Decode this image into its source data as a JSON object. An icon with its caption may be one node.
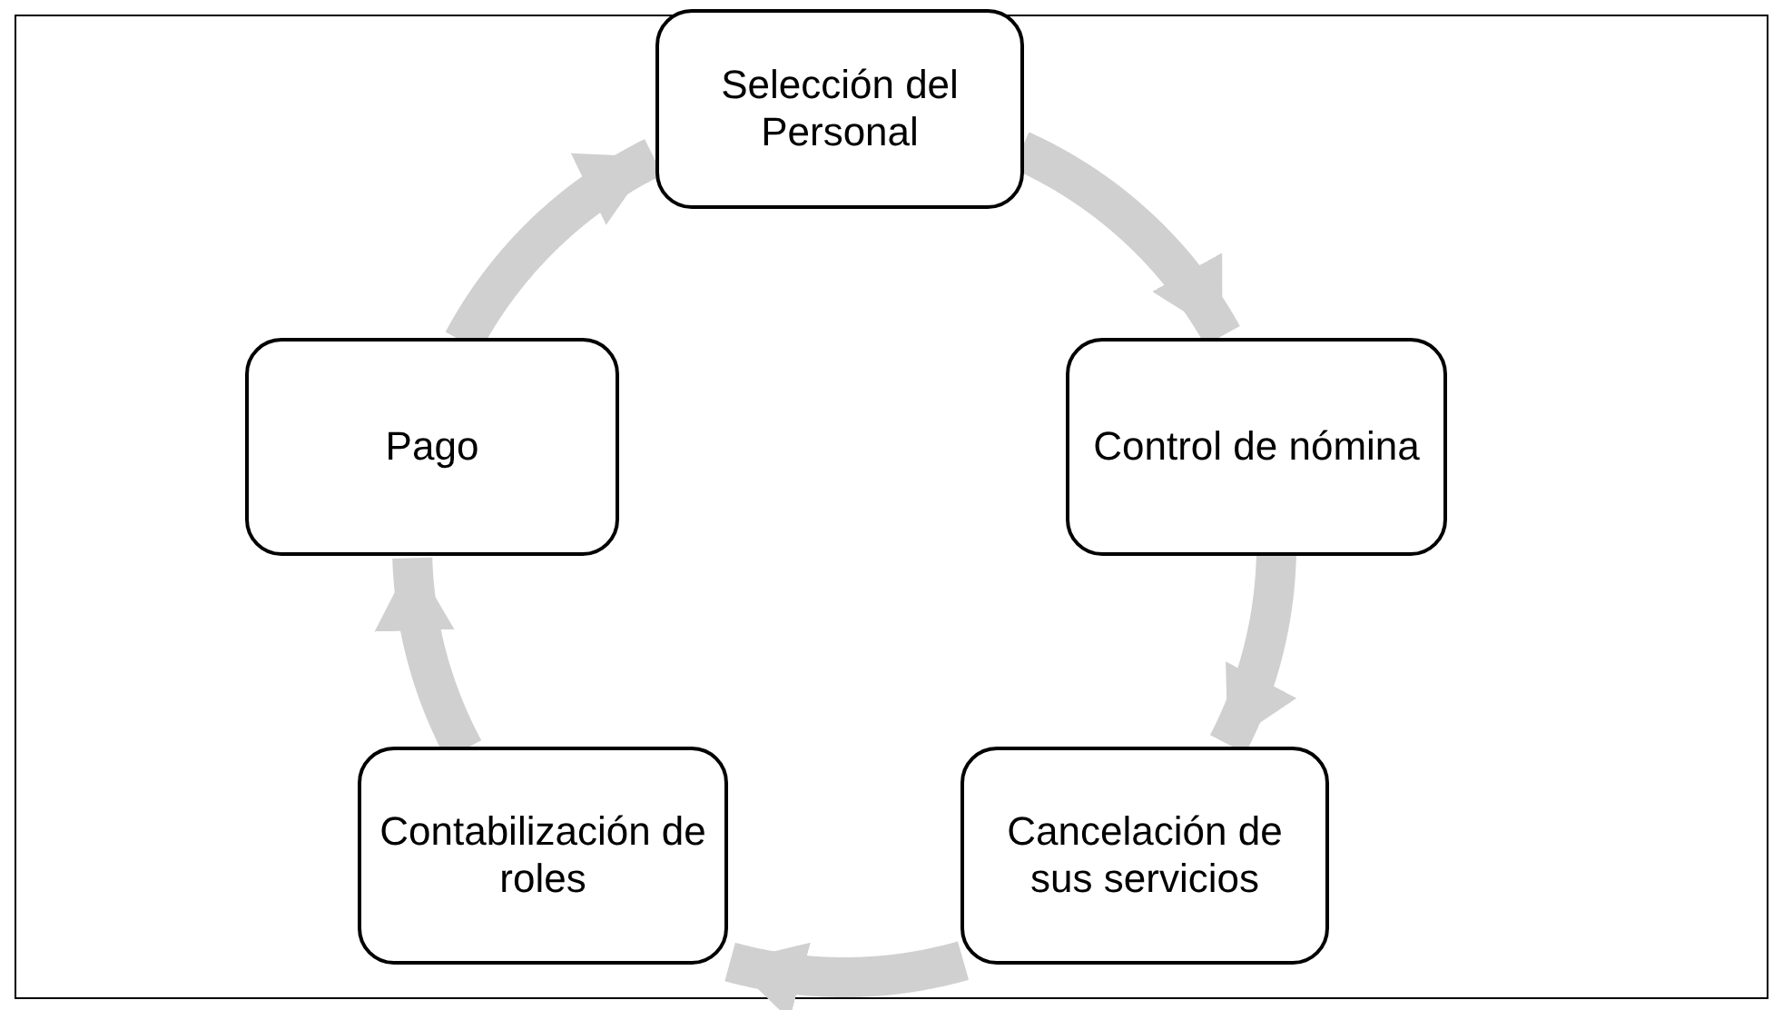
{
  "diagram": {
    "nodes": [
      {
        "text": [
          "Selección del Personal"
        ]
      },
      {
        "text": [
          "Control de nómina"
        ]
      },
      {
        "text": [
          "Cancelación de sus servicios"
        ]
      },
      {
        "text": [
          "Contabilización de roles"
        ]
      },
      {
        "text": [
          "Pago"
        ]
      }
    ],
    "edges": [
      {
        "from": 0,
        "to": 1,
        "arrow": "to"
      },
      {
        "from": 1,
        "to": 2,
        "arrow": "to"
      },
      {
        "from": 2,
        "to": 3,
        "arrow": "to"
      },
      {
        "from": 3,
        "to": 4,
        "arrow": "to"
      },
      {
        "from": 4,
        "to": 0,
        "arrow": "to"
      }
    ]
  }
}
